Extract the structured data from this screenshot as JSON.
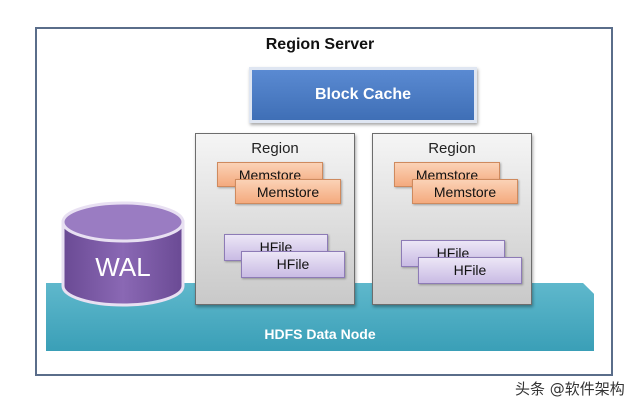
{
  "diagram": {
    "server_title": "Region Server",
    "block_cache": "Block Cache",
    "hdfs": "HDFS Data Node",
    "wal": "WAL",
    "regions": [
      {
        "title": "Region",
        "memstores": [
          "Memstore",
          "Memstore"
        ],
        "hfiles": [
          "HFile",
          "HFile"
        ]
      },
      {
        "title": "Region",
        "memstores": [
          "Memstore",
          "Memstore"
        ],
        "hfiles": [
          "HFile",
          "HFile"
        ]
      }
    ]
  },
  "watermark": "头条 @软件架构",
  "colors": {
    "block_cache": "#4a7cc4",
    "hdfs": "#4aaac0",
    "memstore": "#f8c09c",
    "hfile": "#d8cdee",
    "wal": "#7e5aa6",
    "region": "#dcdcdc"
  }
}
